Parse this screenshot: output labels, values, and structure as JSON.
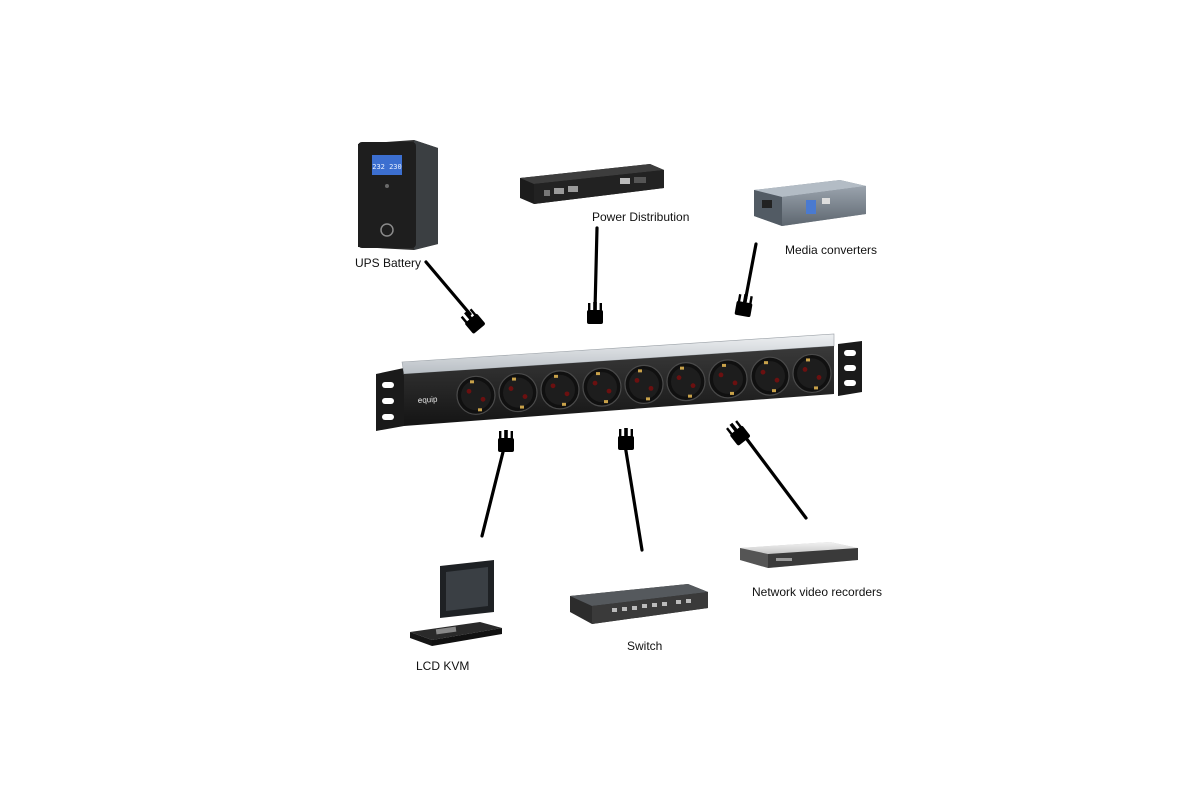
{
  "devices": {
    "ups": {
      "label": "UPS Battery",
      "screen_text": "232 230"
    },
    "power_distribution": {
      "label": "Power Distribution"
    },
    "media_converters": {
      "label": "Media converters"
    },
    "lcd_kvm": {
      "label": "LCD KVM"
    },
    "switch": {
      "label": "Switch"
    },
    "nvr": {
      "label": "Network video recorders"
    }
  },
  "pdu": {
    "brand": "equip",
    "socket_count": 9
  },
  "colors": {
    "pdu_body": "#2a2a2a",
    "pdu_top": "#d9dde1",
    "cable": "#000000",
    "background": "#ffffff"
  }
}
